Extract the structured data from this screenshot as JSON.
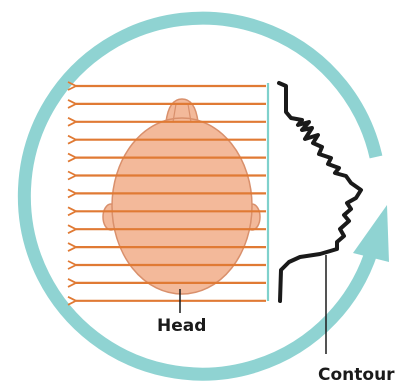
{
  "labels": {
    "head": "Head",
    "contour": "Contour"
  },
  "colors": {
    "ring": "#8fd3d2",
    "arrow": "#e07a34",
    "head_fill": "#f3b99a",
    "head_stroke": "#d9906c",
    "baseline": "#7fd1cc",
    "contour": "#1a1a1a",
    "leader": "#1a1a1a"
  },
  "arrow_count": 13
}
